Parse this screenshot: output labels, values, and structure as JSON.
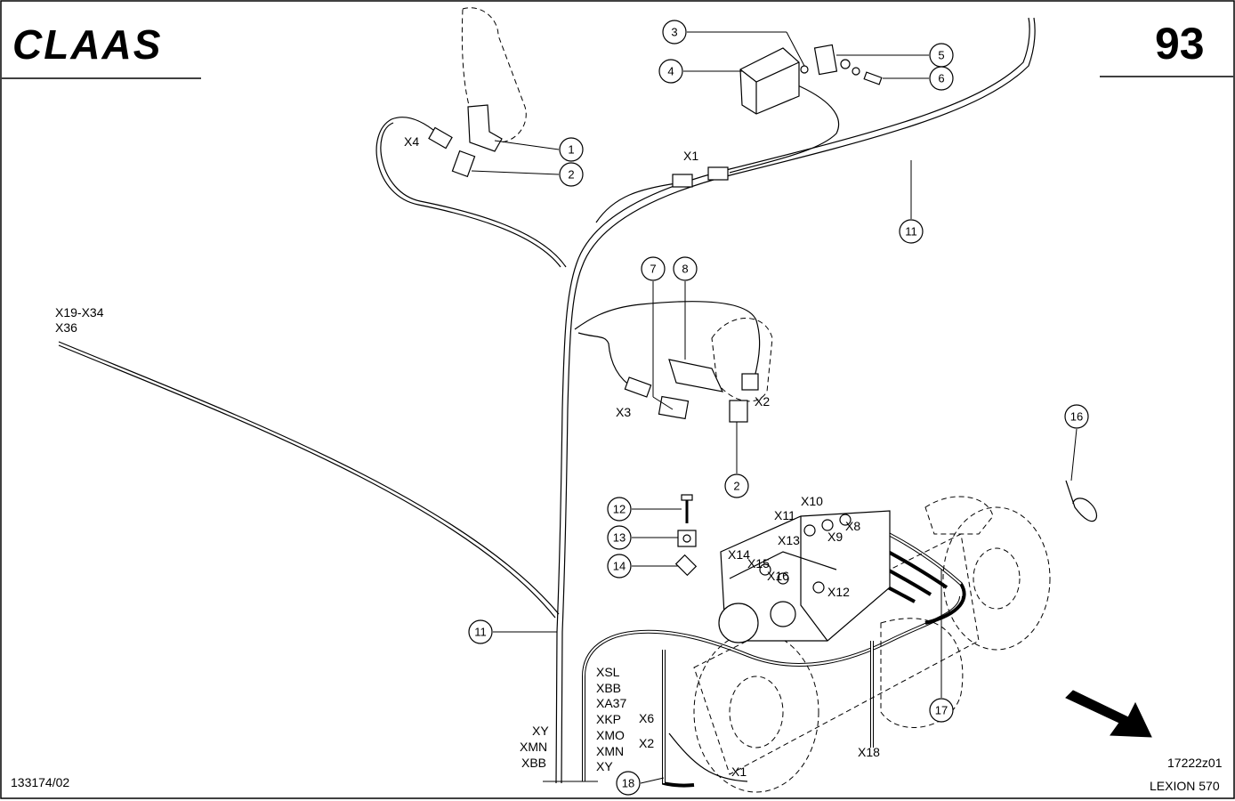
{
  "header": {
    "logo": "CLAAS",
    "page_number": "93"
  },
  "callouts": [
    "1",
    "2",
    "3",
    "4",
    "5",
    "6",
    "11",
    "11",
    "7",
    "8",
    "2",
    "16",
    "12",
    "13",
    "14",
    "17",
    "18"
  ],
  "connector_labels": {
    "x4": "X4",
    "x1_top": "X1",
    "x19": "X19-X34",
    "x36": "X36",
    "x3": "X3",
    "x2_top": "X2",
    "x10": "X10",
    "x11": "X11",
    "x13": "X13",
    "x9": "X9",
    "x8": "X8",
    "x14": "X14",
    "x15": "X15",
    "x16": "X16",
    "x12": "X12",
    "x18": "X18",
    "x6": "X6",
    "x2_bottom": "X2",
    "x1_bottom": "X1"
  },
  "harness_left": [
    "XY",
    "XMN",
    "XBB"
  ],
  "harness_right": [
    "XSL",
    "XBB",
    "XA37",
    "XKP",
    "XMO",
    "XMN",
    "XY"
  ],
  "footer": {
    "doc_number": "133174/02",
    "drawing_number": "17222z01",
    "model": "LEXION 570"
  }
}
